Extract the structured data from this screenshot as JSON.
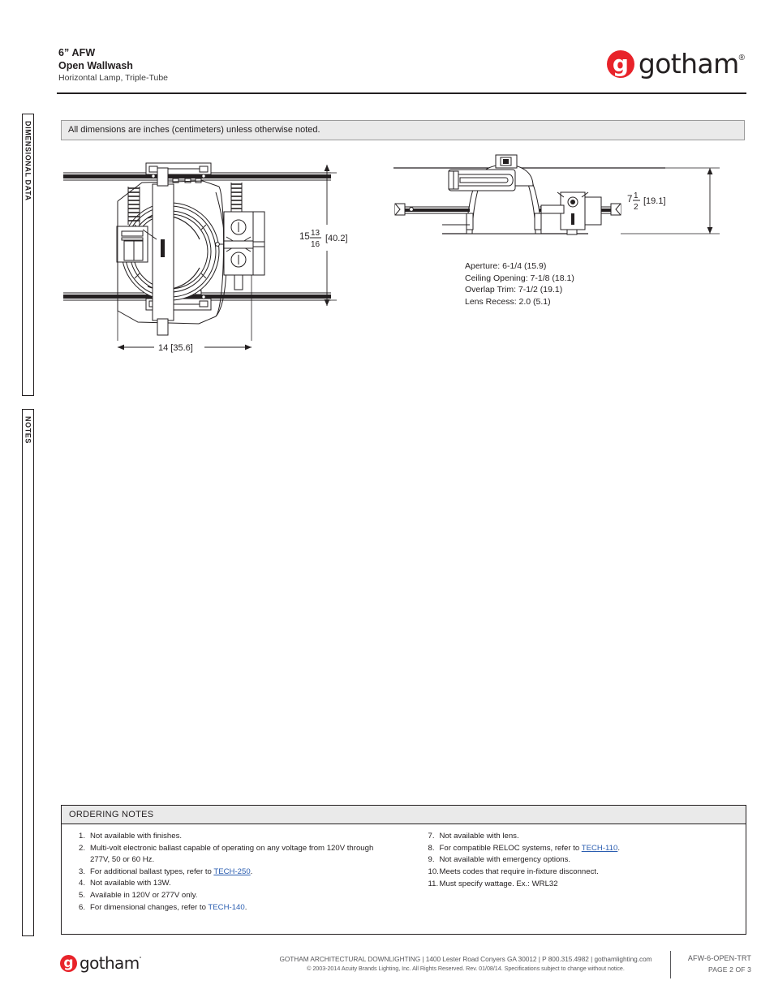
{
  "header": {
    "title_main": "6” AFW",
    "title_sub": "Open Wallwash",
    "title_desc": "Horizontal Lamp, Triple-Tube",
    "logo_mark": "g",
    "logo_word": "gotham",
    "logo_reg": "®"
  },
  "side_tabs": {
    "dimensional": "DIMENSIONAL DATA",
    "notes": "NOTES"
  },
  "dimension_note": "All dimensions are inches (centimeters) unless otherwise noted.",
  "drawings": {
    "plan_view": {
      "height_dim_whole": "15",
      "height_dim_num": "13",
      "height_dim_den": "16",
      "height_dim_metric": "[40.2]",
      "width_dim": "14 [35.6]"
    },
    "section_view": {
      "height_dim_whole": "7",
      "height_dim_num": "1",
      "height_dim_den": "2",
      "height_dim_metric": "[19.1]"
    }
  },
  "specs": [
    "Aperture: 6-1/4 (15.9)",
    "Ceiling Opening: 7-1/8 (18.1)",
    "Overlap Trim: 7-1/2 (19.1)",
    "Lens Recess: 2.0 (5.1)"
  ],
  "ordering_notes": {
    "header": "ORDERING NOTES",
    "left": [
      {
        "num": "1.",
        "pre": "Not available with finishes.",
        "link": "",
        "post": ""
      },
      {
        "num": "2.",
        "pre": "Multi-volt electronic ballast capable of operating on any voltage from 120V through 277V, 50 or 60 Hz.",
        "link": "",
        "post": ""
      },
      {
        "num": "3.",
        "pre": "For additional ballast types, refer to ",
        "link": "TECH-250",
        "post": "."
      },
      {
        "num": "4.",
        "pre": "Not available with 13W.",
        "link": "",
        "post": ""
      },
      {
        "num": "5.",
        "pre": "Available in 120V or 277V only.",
        "link": "",
        "post": ""
      },
      {
        "num": "6.",
        "pre": "For dimensional changes, refer to ",
        "link": "TECH-140",
        "post": "."
      }
    ],
    "right": [
      {
        "num": "7.",
        "pre": "Not available with lens.",
        "link": "",
        "post": ""
      },
      {
        "num": "8.",
        "pre": "For compatible RELOC systems, refer to ",
        "link": "TECH-110",
        "post": "."
      },
      {
        "num": "9.",
        "pre": "Not available with emergency options.",
        "link": "",
        "post": ""
      },
      {
        "num": "10.",
        "pre": "Meets codes that require in-fixture disconnect.",
        "link": "",
        "post": ""
      },
      {
        "num": "11.",
        "pre": "Must specify wattage. Ex.: WRL32",
        "link": "",
        "post": ""
      }
    ]
  },
  "footer": {
    "logo_mark": "g",
    "logo_word": "gotham",
    "logo_reg": "°",
    "line1": "GOTHAM ARCHITECTURAL DOWNLIGHTING  |  1400 Lester Road Conyers GA 30012  |  P 800.315.4982  |  gothamlighting.com",
    "line2": "© 2003-2014 Acuity Brands Lighting, Inc. All Rights Reserved. Rev. 01/08/14. Specifications subject to change without notice.",
    "doc_code": "AFW-6-OPEN-TRT",
    "page": "PAGE 2 OF 3"
  },
  "colors": {
    "brand_red": "#e8232a",
    "ink": "#231f20",
    "link": "#2a5db0",
    "panel_gray": "#eaeaea"
  }
}
